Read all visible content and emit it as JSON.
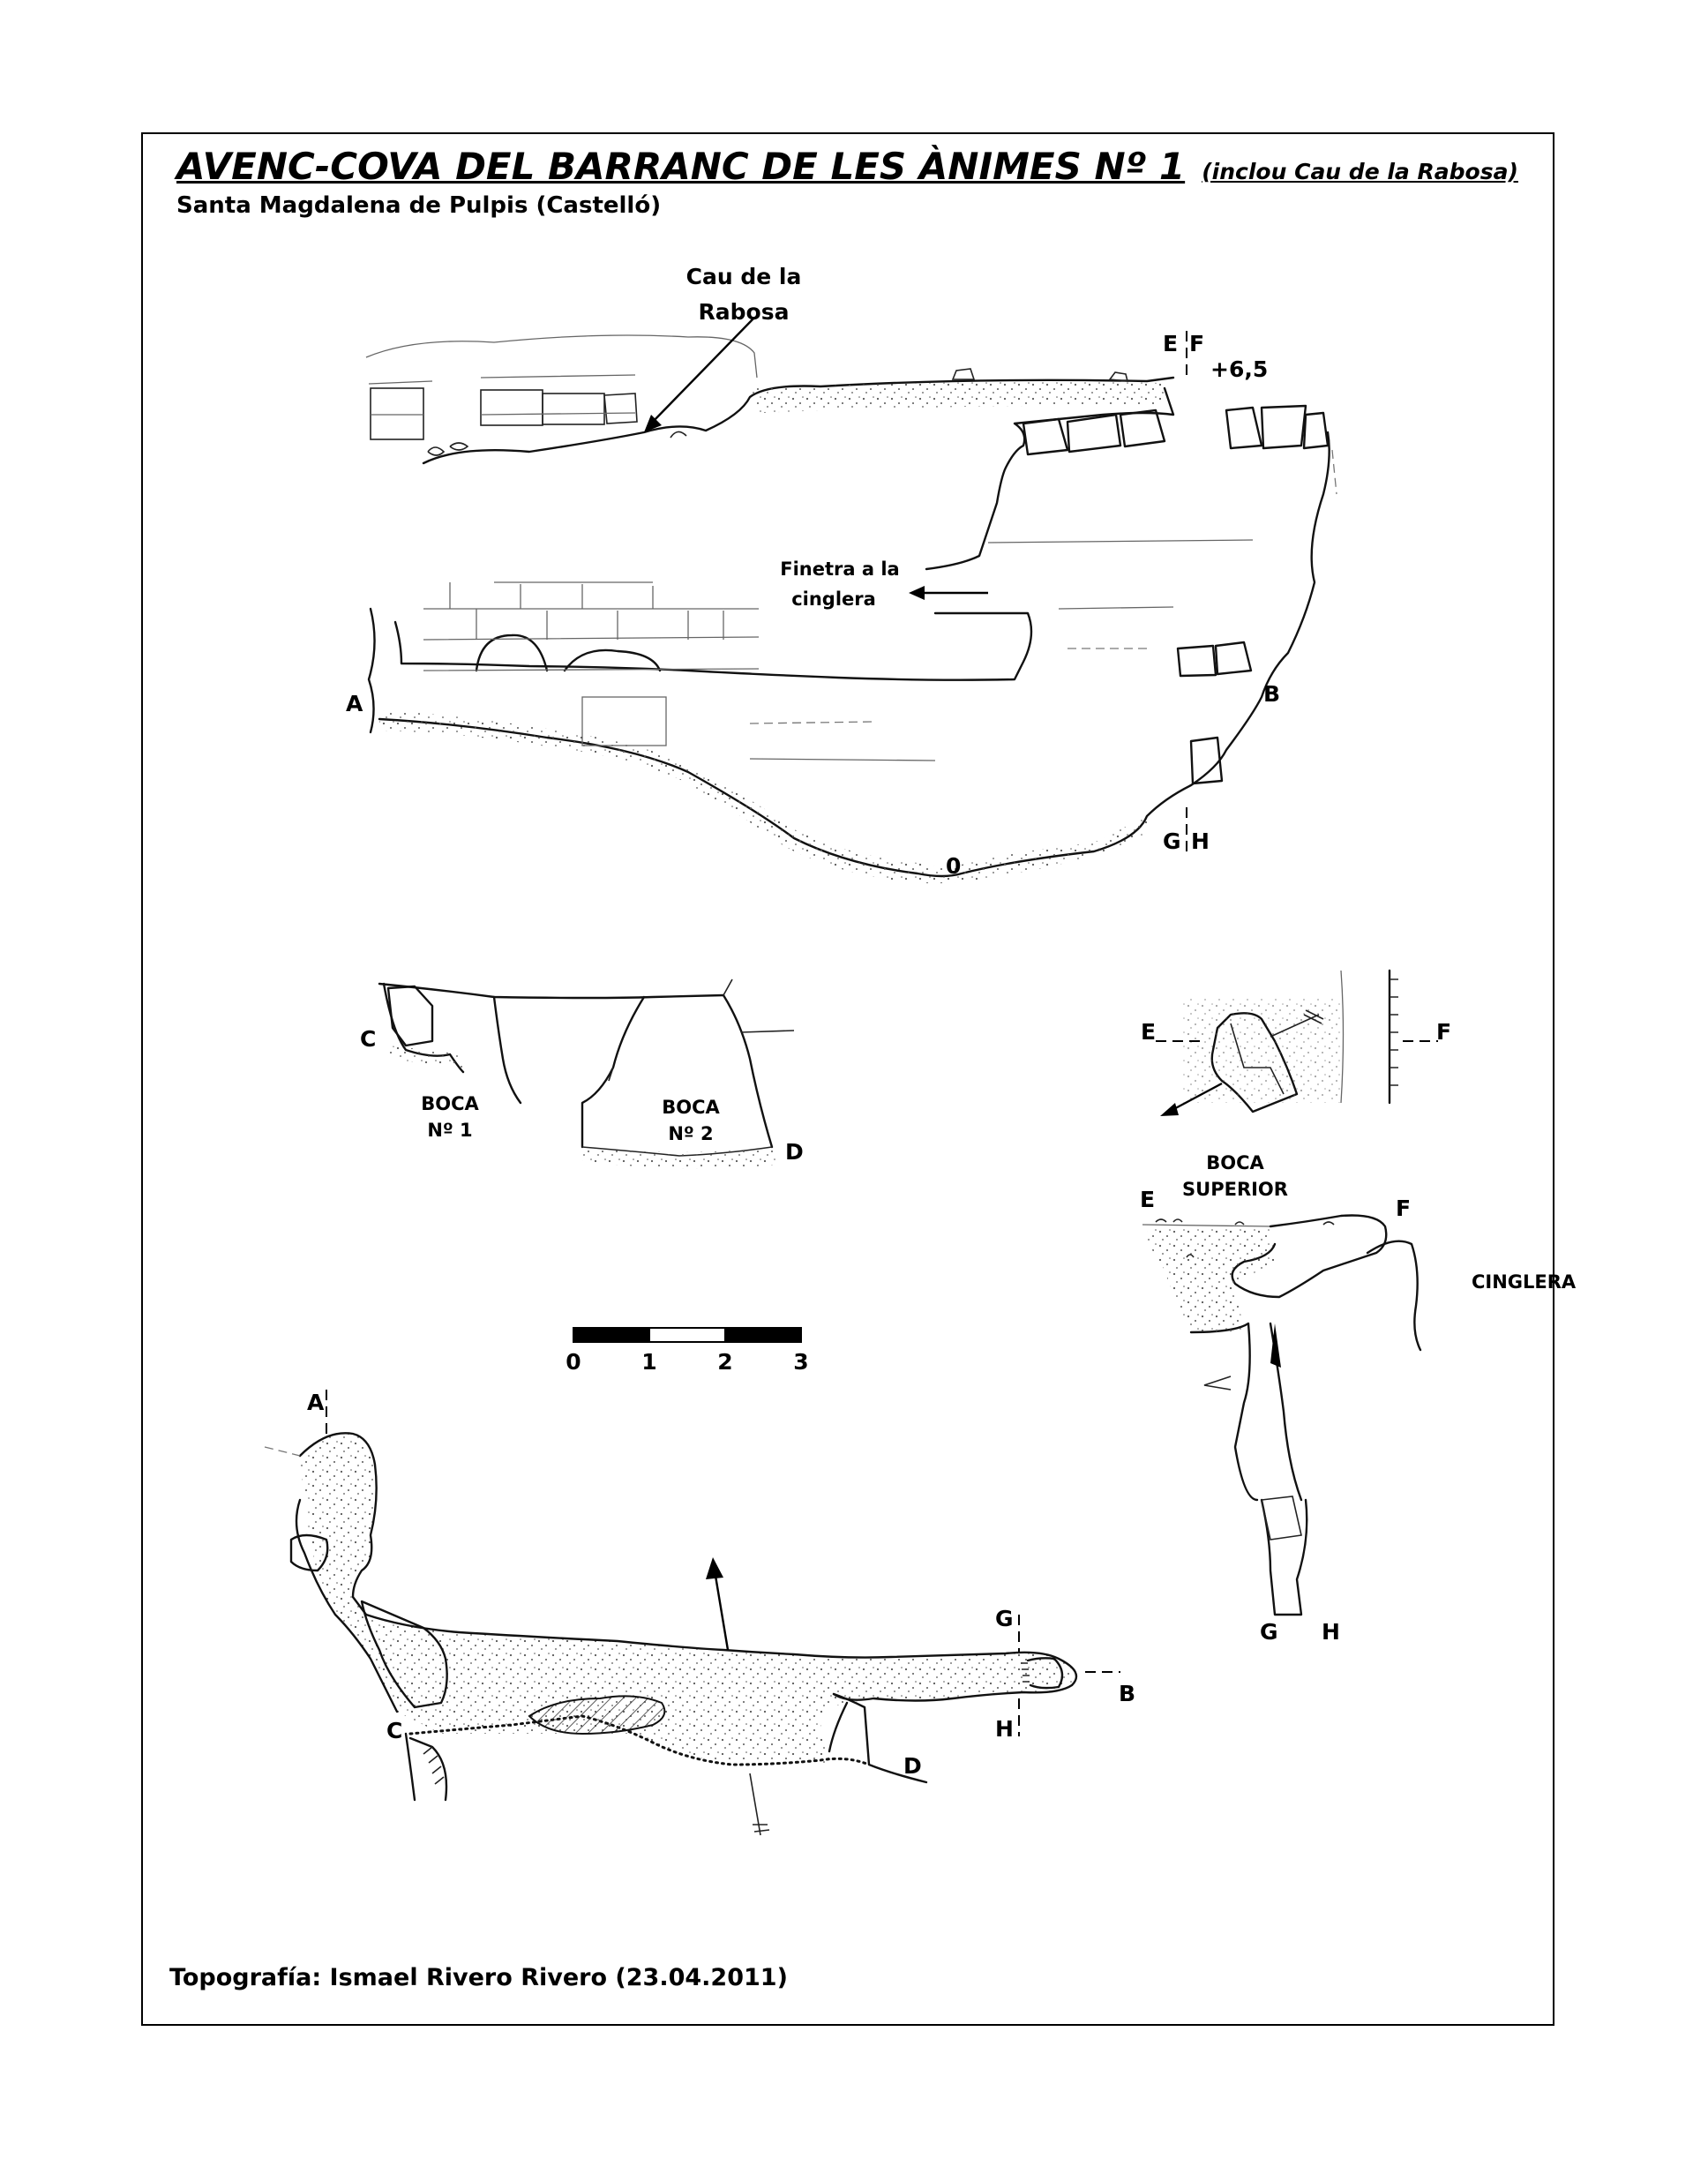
{
  "title": "AVENC-COVA DEL BARRANC DE LES ÀNIMES Nº 1",
  "title_note": "(inclou Cau de la Rabosa)",
  "location": "Santa Magdalena de Pulpis (Castelló)",
  "credit": "Topografía: Ismael Rivero Rivero (23.04.2011)",
  "labels": {
    "cau_rabosa_line1": "Cau de la",
    "cau_rabosa_line2": "Rabosa",
    "finestra_line1": "Finetra a la",
    "finestra_line2": "cinglera",
    "height": "+6,5",
    "zero": "0",
    "boca1_line1": "BOCA",
    "boca1_line2": "Nº 1",
    "boca2_line1": "BOCA",
    "boca2_line2": "Nº 2",
    "boca_sup_line1": "BOCA",
    "boca_sup_line2": "SUPERIOR",
    "cinglera": "CINGLERA"
  },
  "section_letters": {
    "a": "A",
    "b": "B",
    "c": "C",
    "d": "D",
    "e": "E",
    "f": "F",
    "g": "G",
    "h": "H"
  },
  "scale_bar": {
    "ticks": [
      "0",
      "1",
      "2",
      "3"
    ],
    "segment_fills": [
      "#000000",
      "#ffffff",
      "#000000"
    ]
  },
  "colors": {
    "line": "#111111",
    "stipple": "#555555",
    "hatch": "#333333"
  }
}
